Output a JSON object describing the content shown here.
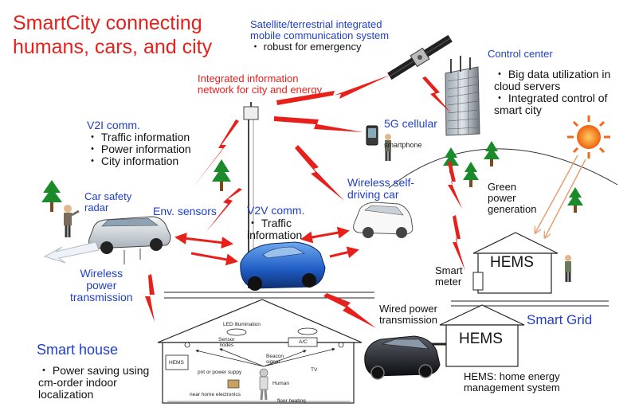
{
  "title": {
    "line1": "SmartCity connecting",
    "line2": "humans, cars, and city"
  },
  "satellite": {
    "line1": "Satellite/terrestrial integrated",
    "line2": "mobile communication system",
    "line3": "・ robust for emergency"
  },
  "control_center": {
    "title": "Control center",
    "line1": "・ Big data utilization in",
    "line2": "cloud servers",
    "line3": "・ Integrated control of",
    "line4": "smart city"
  },
  "integrated_network": {
    "line1": "Integrated information",
    "line2": "network for city and energy"
  },
  "cellular": {
    "label": "5G cellular",
    "phone": "smartphone"
  },
  "v2i": {
    "title": "V2I comm.",
    "line1": "・ Traffic information",
    "line2": "・ Power information",
    "line3": "・ City information"
  },
  "wireless_car": {
    "line1": "Wireless self-",
    "line2": "driving car"
  },
  "green_power": {
    "line1": "Green",
    "line2": "power",
    "line3": "generation"
  },
  "car_safety": {
    "line1": "Car safety",
    "line2": "radar"
  },
  "env_sensors": "Env. sensors",
  "v2v": {
    "title": "V2V comm.",
    "line1": "・ Traffic",
    "line2": "information"
  },
  "wireless_power": {
    "line1": "Wireless",
    "line2": "power",
    "line3": "transmission"
  },
  "smart_meter": {
    "line1": "Smart",
    "line2": "meter"
  },
  "hems_label": "HEMS",
  "wired_power": {
    "line1": "Wired power",
    "line2": "transmission"
  },
  "smart_grid": "Smart Grid",
  "hems_def": {
    "line1": "HEMS: home energy",
    "line2": "management system"
  },
  "smart_house": {
    "title": "Smart house",
    "line1": "・ Power saving using",
    "line2": "cm-order indoor",
    "line3": "localization"
  },
  "house_interior": {
    "led": "LED illumination",
    "sensor_nodes_1": "Sensor",
    "sensor_nodes_2": "nodes",
    "ac": "A/C",
    "beacon_1": "Beacon",
    "beacon_2": "signal",
    "hems": "HEMS",
    "power_supply": "pnt or power suppy",
    "tv": "TV",
    "human": "Human",
    "electronics": "near home electronics",
    "floor_heating": "floor heating"
  },
  "colors": {
    "title_red": "#e8201c",
    "label_blue": "#1f3fc8",
    "bolt_red": "#e8201c",
    "tree_green": "#1a8a2a",
    "sun_orange": "#f07818",
    "car_blue": "#2a6ad0"
  },
  "icons": [
    "satellite-icon",
    "building-icon",
    "antenna-pole-icon",
    "smartphone-icon",
    "tree-icon",
    "sun-icon",
    "car-icon",
    "house-icon",
    "person-icon",
    "lightning-icon"
  ]
}
